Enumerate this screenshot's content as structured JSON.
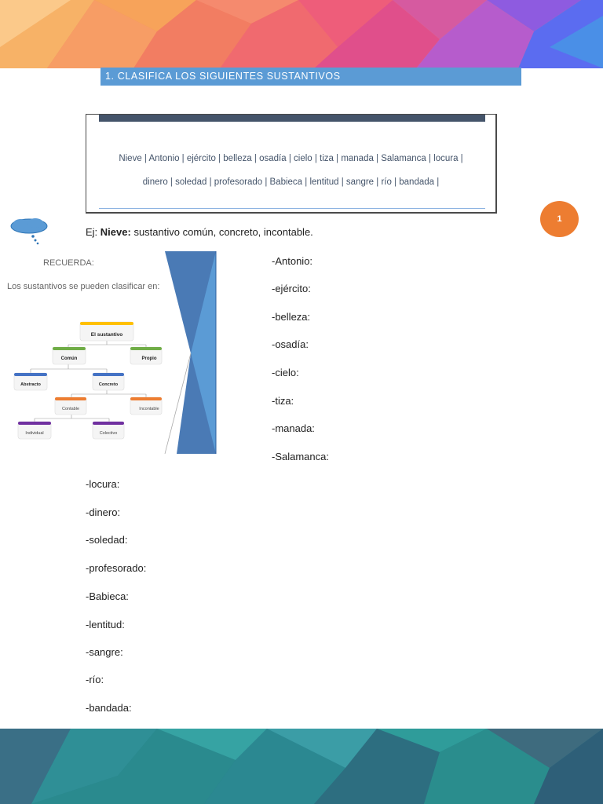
{
  "header": {
    "title": "1.   CLASIFICA LOS SIGUIENTES SUSTANTIVOS",
    "banner_colors": [
      "#f7b267",
      "#f79d65",
      "#f4845f",
      "#f25c78",
      "#e04f8b",
      "#c850c0",
      "#8e5be0",
      "#5b6cf0",
      "#4a8fe7"
    ]
  },
  "word_box": {
    "row1": "Nieve | Antonio | ejército | belleza | osadía | cielo | tiza | manada | Salamanca | locura |",
    "row2": "dinero | soledad | profesorado | Babieca | lentitud | sangre | río | bandada |",
    "bar_color": "#44546a"
  },
  "example": {
    "prefix": "Ej: ",
    "word": "Nieve:",
    "text": " sustantivo común, concreto, incontable."
  },
  "page_number": "1",
  "remember": {
    "title": "RECUERDA:",
    "text": "Los sustantivos se pueden clasificar en:",
    "tree": {
      "root": "El sustantivo",
      "comun": "Común",
      "propio": "Propio",
      "abstracto": "Abstracto",
      "concreto": "Concreto",
      "contable": "Contable",
      "incontable": "Incontable",
      "individual": "Individual",
      "colectivo": "Colectivo"
    }
  },
  "items_right": [
    "-Antonio:",
    "-ejército:",
    "-belleza:",
    "-osadía:",
    "-cielo:",
    "-tiza:",
    "-manada:",
    "-Salamanca:"
  ],
  "items_left": [
    "-locura:",
    "-dinero:",
    "-soledad:",
    "-profesorado:",
    "-Babieca:",
    "-lentitud:",
    "-sangre:",
    "-río:",
    "-bandada:"
  ],
  "colors": {
    "title_bg": "#5b9bd5",
    "badge": "#ed7d31",
    "cloud": "#5b9bd5"
  }
}
